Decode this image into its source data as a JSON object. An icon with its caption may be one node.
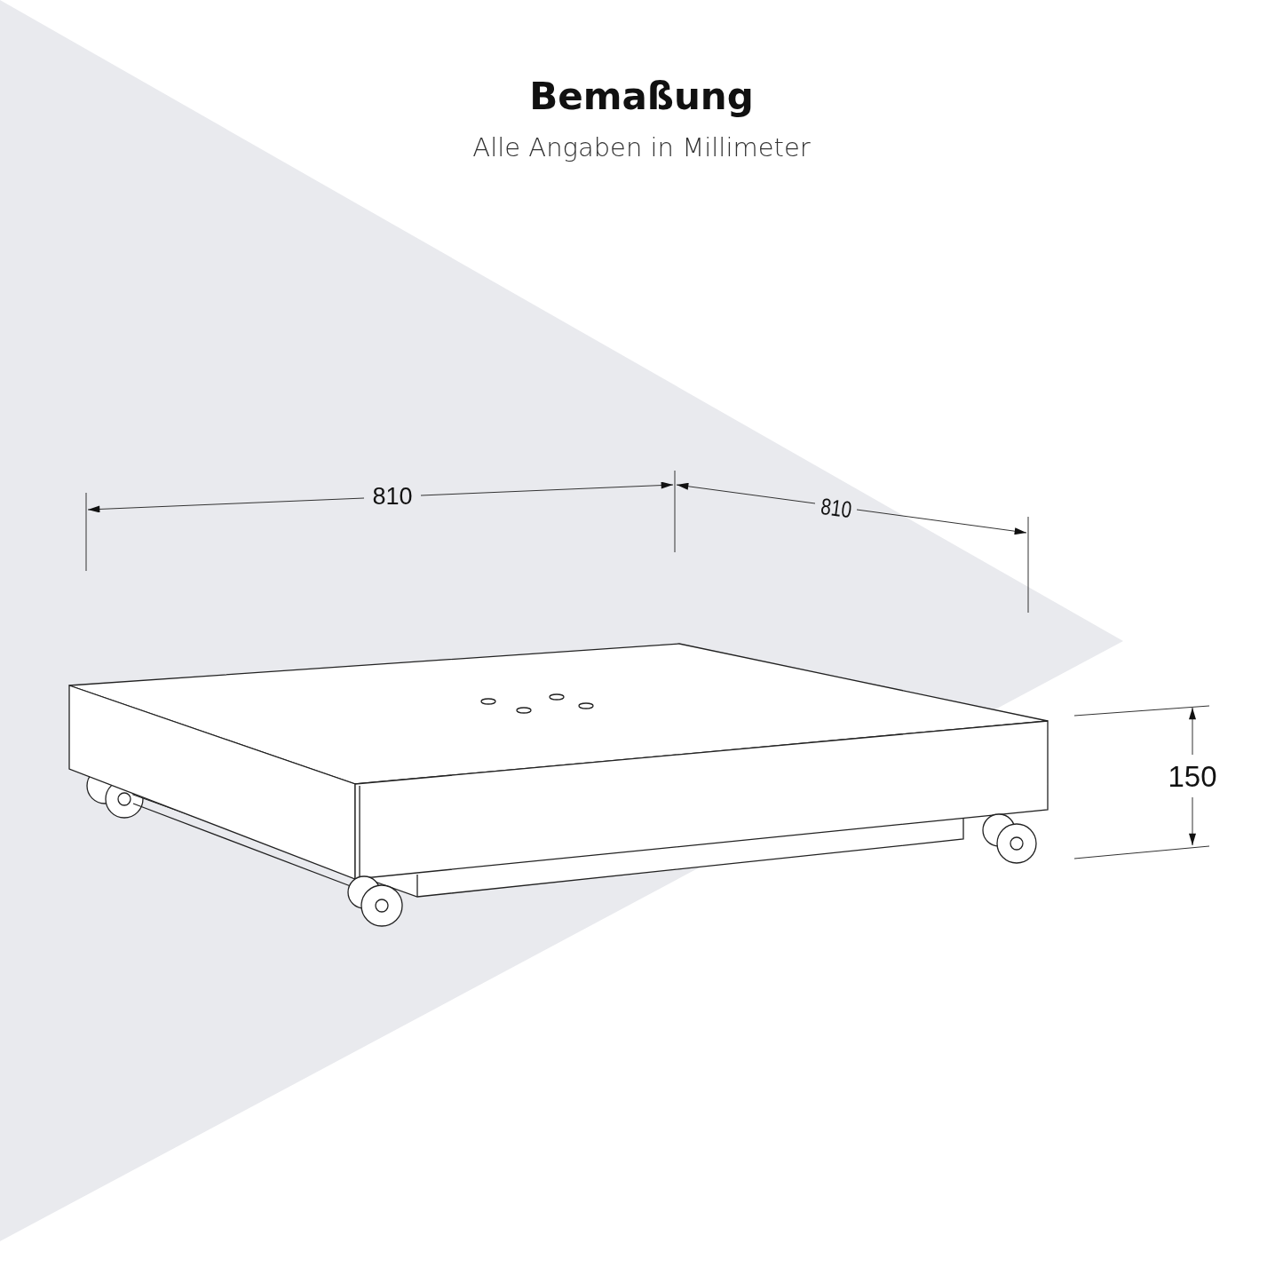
{
  "diagram": {
    "title": "Bemaßung",
    "labels": [
      "Alle Angaben in Millimeter",
      "810",
      "810",
      "150"
    ]
  }
}
